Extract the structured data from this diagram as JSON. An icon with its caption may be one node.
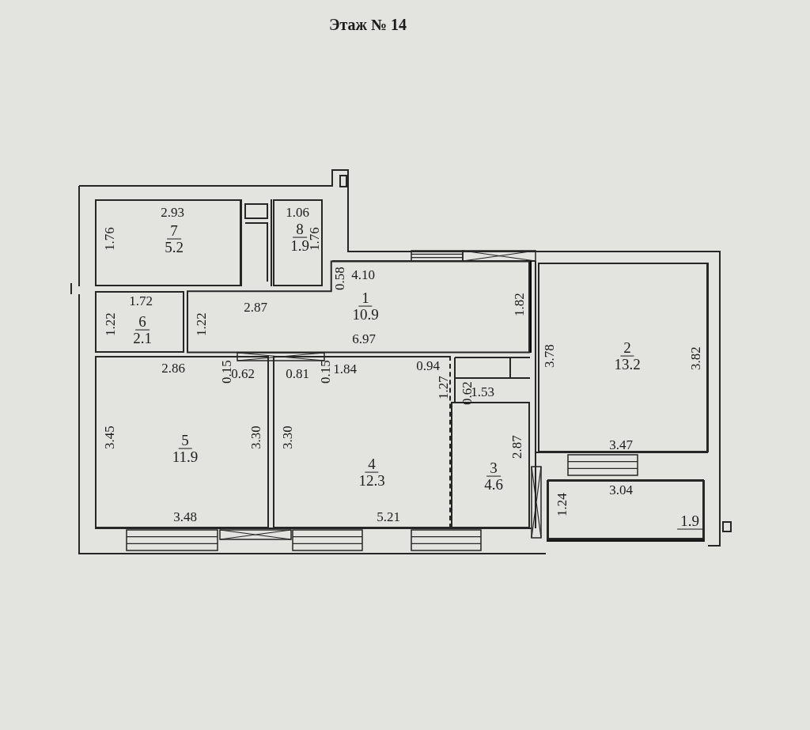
{
  "diagram": {
    "title": "Этаж № 14",
    "nodes": [
      {
        "text": [
          "7",
          "5.2"
        ]
      },
      {
        "text": [
          "8",
          "1.9"
        ]
      },
      {
        "text": [
          "1",
          "10.9"
        ]
      },
      {
        "text": [
          "6",
          "2.1"
        ]
      },
      {
        "text": [
          "2",
          "13.2"
        ]
      },
      {
        "text": [
          "5",
          "11.9"
        ]
      },
      {
        "text": [
          "4",
          "12.3"
        ]
      },
      {
        "text": [
          "3",
          "4.6"
        ]
      },
      {
        "text": [
          "1.9"
        ]
      }
    ],
    "labels": [
      "2.93",
      "1.06",
      "1.76",
      "1.76",
      "0.58",
      "4.10",
      "1.72",
      "1.22",
      "1.22",
      "2.87",
      "1.82",
      "6.97",
      "2.86",
      "0.15",
      "0.62",
      "0.81",
      "0.15",
      "1.84",
      "0.94",
      "1.27",
      "0.62",
      "1.53",
      "3.78",
      "3.82",
      "3.45",
      "3.30",
      "3.30",
      "2.87",
      "3.47",
      "3.04",
      "1.24",
      "3.48",
      "5.21"
    ]
  }
}
